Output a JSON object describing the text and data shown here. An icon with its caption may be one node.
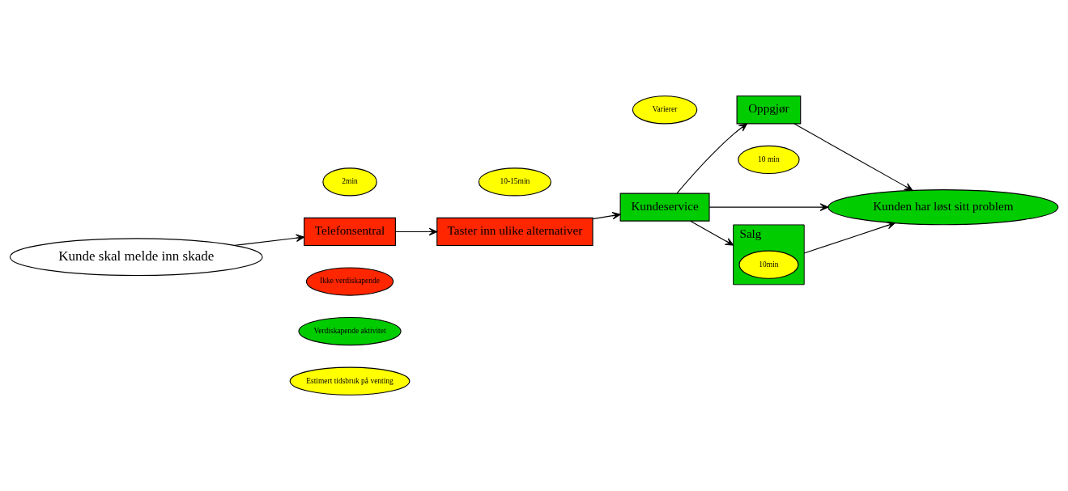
{
  "diagram": {
    "nodes": [
      {
        "text": [
          "2min"
        ]
      },
      {
        "text": [
          "Kunde skal melde inn skade"
        ]
      },
      {
        "text": [
          "Telefonsentral"
        ]
      },
      {
        "text": [
          "Taster inn ulike alternativer"
        ]
      },
      {
        "text": [
          "10-15min"
        ]
      },
      {
        "text": [
          "Kunden har løst sitt problem"
        ]
      },
      {
        "text": [
          "Salg"
        ]
      },
      {
        "text": [
          "10min"
        ],
        "in": 6
      },
      {
        "text": [
          "Kundeservice"
        ]
      },
      {
        "text": [
          "Varierer"
        ]
      },
      {
        "text": [
          "Oppgjør"
        ]
      },
      {
        "text": [
          "10 min"
        ]
      }
    ],
    "edges": [
      {
        "from": 1,
        "to": 2,
        "arrow": "to"
      },
      {
        "from": 2,
        "to": 3,
        "arrow": "to"
      },
      {
        "from": 3,
        "to": 8,
        "arrow": "to"
      },
      {
        "from": 8,
        "to": 6,
        "arrow": "to"
      },
      {
        "from": 6,
        "to": 5,
        "arrow": "to"
      },
      {
        "from": 8,
        "to": 5,
        "arrow": "to"
      },
      {
        "from": 8,
        "to": 10,
        "arrow": "to"
      },
      {
        "from": 10,
        "to": 5,
        "arrow": "to"
      }
    ],
    "legend": [
      {
        "text": "Ikke verdiskapende",
        "color": "#ff2600"
      },
      {
        "text": "Verdiskapende aktivitet",
        "color": "#00cc00"
      },
      {
        "text": "Estimert tidsbruk på venting",
        "color": "#ffff00"
      }
    ]
  }
}
